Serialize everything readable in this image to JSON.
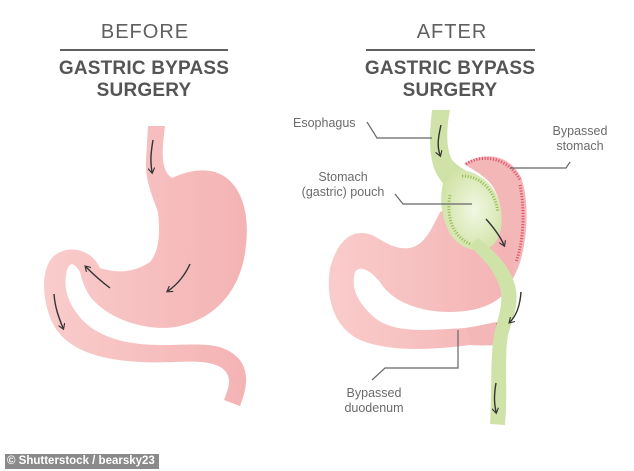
{
  "before": {
    "title": "BEFORE",
    "heading_line1": "GASTRIC BYPASS",
    "heading_line2": "SURGERY"
  },
  "after": {
    "title": "AFTER",
    "heading_line1": "GASTRIC BYPASS",
    "heading_line2": "SURGERY"
  },
  "labels": {
    "esophagus": "Esophagus",
    "bypassed_stomach_line1": "Bypassed",
    "bypassed_stomach_line2": "stomach",
    "pouch_line1": "Stomach",
    "pouch_line2": "(gastric) pouch",
    "duodenum_line1": "Bypassed",
    "duodenum_line2": "duodenum"
  },
  "credit": "© Shutterstock / bearsky23",
  "colors": {
    "stomach_pink": "#f6bcbc",
    "intestine_green": "#cfe3a8",
    "pouch_green": "#e3efc6",
    "suture_red": "#e0546e",
    "suture_green": "#9bc15a",
    "text_gray": "#5f5f5f",
    "arrow_dark": "#3a3a3a"
  }
}
